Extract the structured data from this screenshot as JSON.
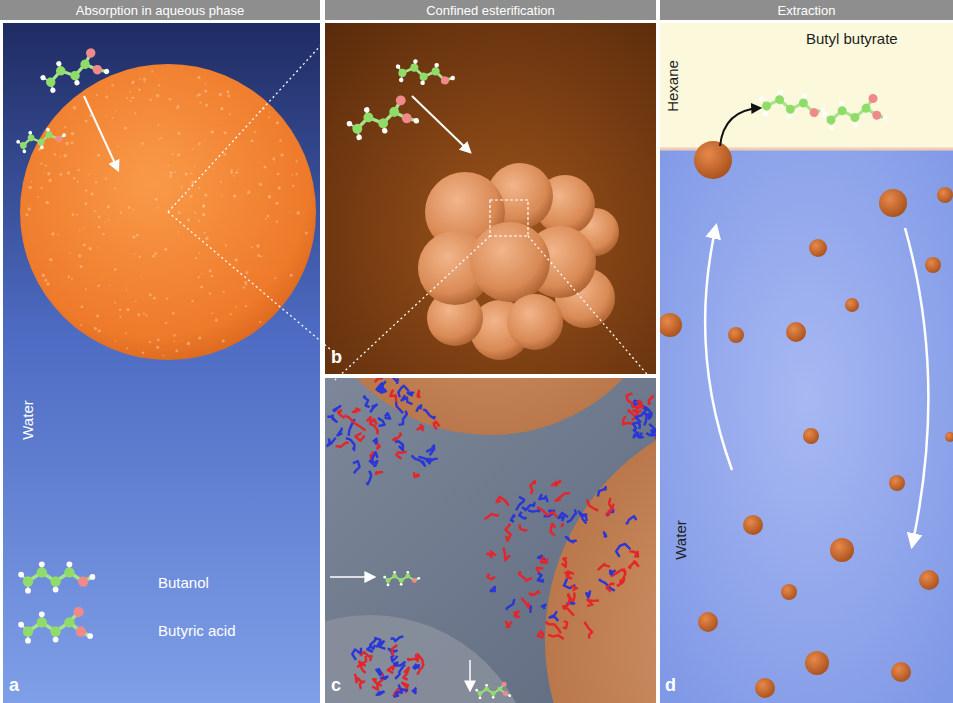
{
  "diagram": {
    "nodes": [
      {
        "text": [
          "Absorption in aqueous phase"
        ]
      },
      {
        "text": [
          "Confined esterification"
        ]
      },
      {
        "text": [
          "Extraction"
        ]
      }
    ],
    "labels": [
      "Water",
      "Butanol",
      "Butyric acid",
      "a",
      "b",
      "c",
      "Hexane",
      "Butyl butyrate",
      "Water",
      "d"
    ]
  }
}
